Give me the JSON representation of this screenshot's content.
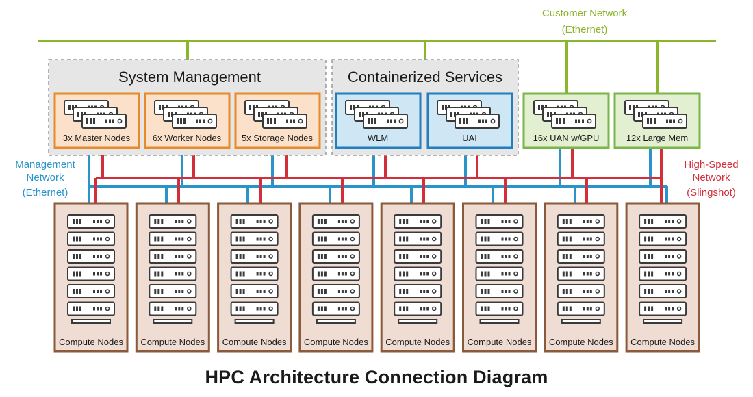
{
  "networks": {
    "customer": {
      "line1": "Customer Network",
      "line2": "(Ethernet)",
      "color": "#8ab52c"
    },
    "management": {
      "line1": "Management",
      "line2": "Network",
      "line3": "(Ethernet)",
      "color": "#2a93c9"
    },
    "high_speed": {
      "line1": "High-Speed",
      "line2": "Network",
      "line3": "(Slingshot)",
      "color": "#d32f3a"
    }
  },
  "groups": {
    "system_management": {
      "title": "System Management",
      "nodes": [
        "3x Master Nodes",
        "6x Worker Nodes",
        "5x Storage Nodes"
      ],
      "color": "#e8892b",
      "fill": "#fbe1c9"
    },
    "containerized_services": {
      "title": "Containerized Services",
      "nodes": [
        "WLM",
        "UAI"
      ],
      "color": "#1f7fc0",
      "fill": "#cfe6f5"
    }
  },
  "user_nodes": {
    "color": "#7ab648",
    "fill": "#e2efd1",
    "nodes": [
      "16x UAN w/GPU",
      "12x Large Mem"
    ]
  },
  "compute": {
    "label": "Compute Nodes",
    "count": 8,
    "color": "#8a5a3a",
    "fill": "#efdcd2"
  },
  "footer": {
    "title": "HPC Architecture Connection Diagram"
  }
}
